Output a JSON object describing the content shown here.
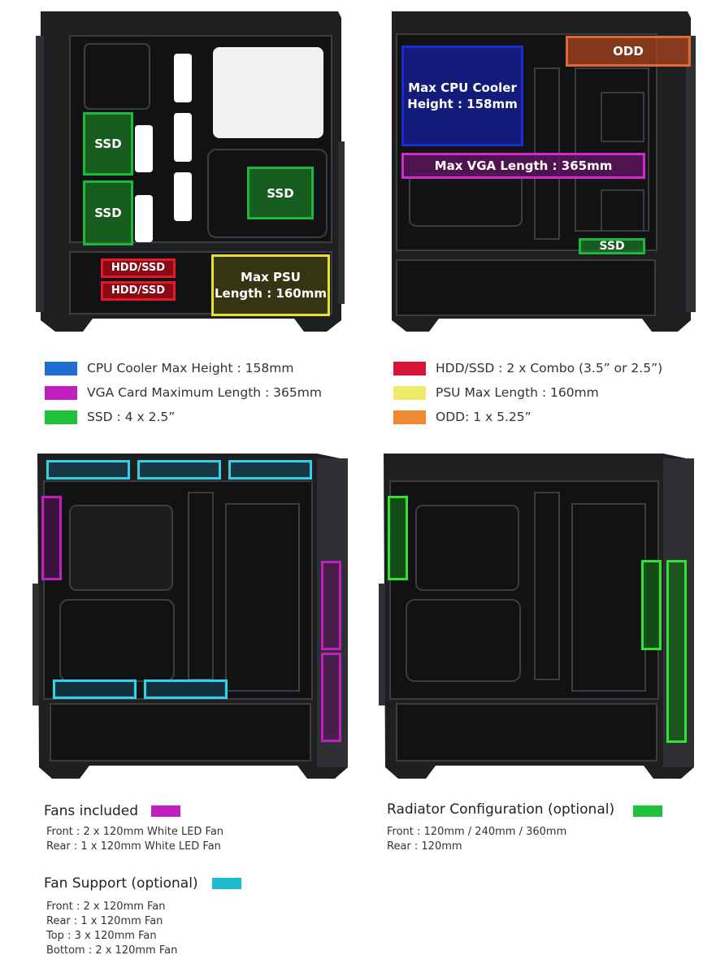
{
  "top_left_labels": {
    "ssd1": "SSD",
    "ssd2": "SSD",
    "ssd3": "SSD",
    "hdd1": "HDD/SSD",
    "hdd2": "HDD/SSD",
    "psu_line1": "Max PSU",
    "psu_line2": "Length : 160mm"
  },
  "top_right_labels": {
    "odd": "ODD",
    "cpu_line1": "Max CPU Cooler",
    "cpu_line2": "Height : 158mm",
    "vga": "Max VGA Length : 365mm",
    "ssd": "SSD"
  },
  "legend": [
    {
      "label": "CPU Cooler Max Height : 158mm",
      "color": "#1e6fcf"
    },
    {
      "label": "VGA Card Maximum Length : 365mm",
      "color": "#c21fbf"
    },
    {
      "label": "SSD : 4 x 2.5”",
      "color": "#1fc23a"
    },
    {
      "label": "HDD/SSD : 2 x Combo (3.5” or 2.5”)",
      "color": "#d9143a"
    },
    {
      "label": "PSU Max Length : 160mm",
      "color": "#eeea6a"
    },
    {
      "label": "ODD: 1 x 5.25”",
      "color": "#ef8a33"
    }
  ],
  "fans_included": {
    "title": "Fans included",
    "color": "#c21fbf",
    "lines": [
      "Front : 2 x 120mm White LED Fan",
      "Rear : 1 x 120mm White LED Fan"
    ]
  },
  "radiator": {
    "title": "Radiator Configuration (optional)",
    "color": "#1fc23a",
    "lines": [
      "Front : 120mm / 240mm / 360mm",
      "Rear : 120mm"
    ]
  },
  "fan_support": {
    "title": "Fan Support (optional)",
    "color": "#1fbccf",
    "lines": [
      "Front : 2 x 120mm Fan",
      "Rear : 1 x 120mm Fan",
      "Top : 3 x 120mm Fan",
      "Bottom : 2 x 120mm Fan"
    ]
  }
}
